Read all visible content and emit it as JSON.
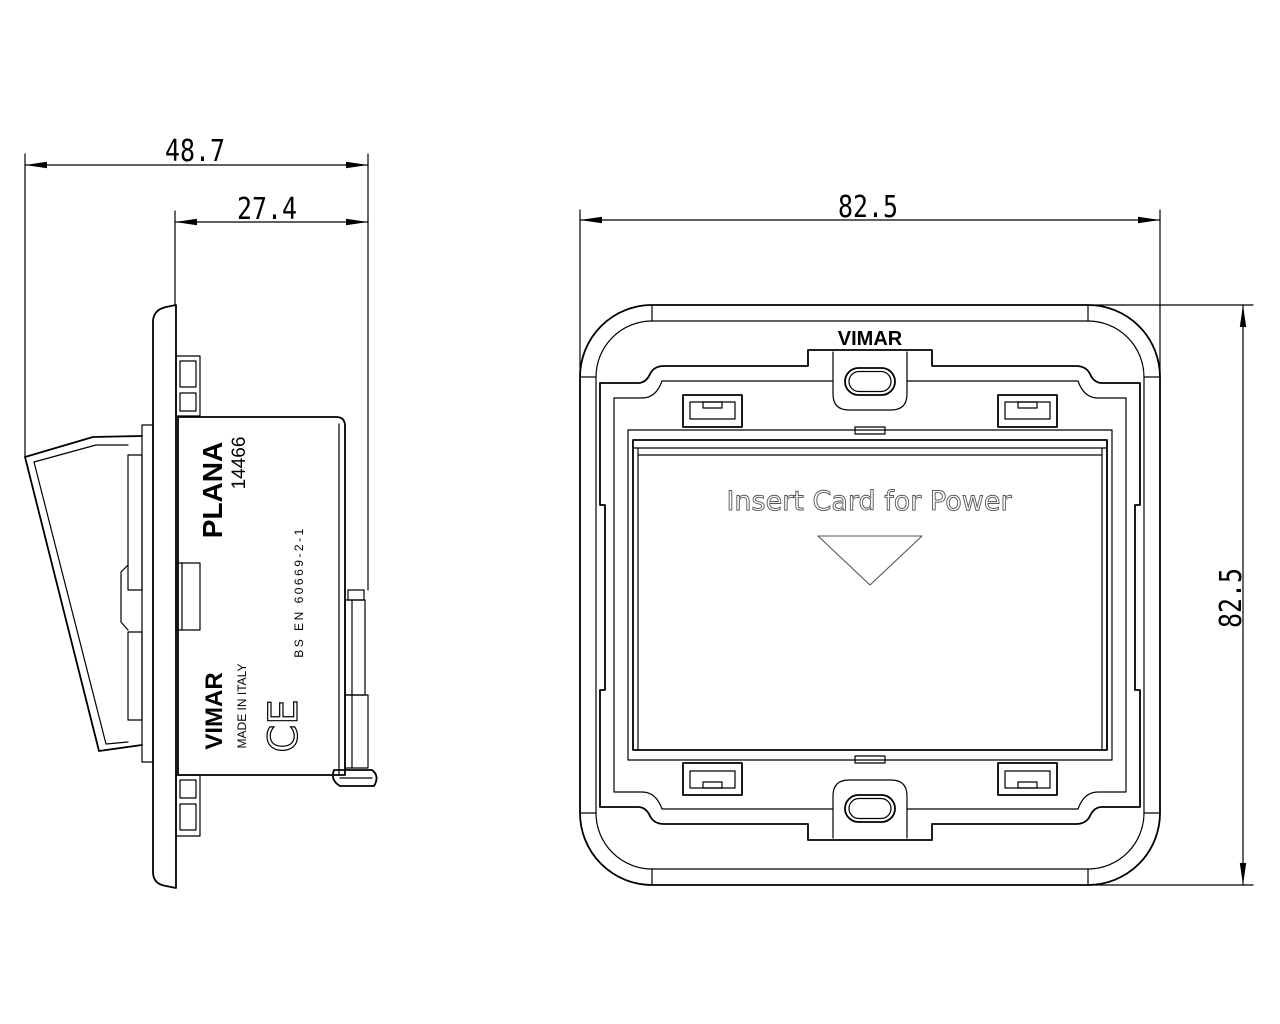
{
  "side_view": {
    "dimensions": {
      "overall_depth": "48.7",
      "body_depth": "27.4"
    },
    "body_markings": {
      "series": "PLANA",
      "article_code": "14466",
      "standard": "BS EN 60669-2-1",
      "brand": "VIMAR",
      "origin": "MADE IN ITALY",
      "conformity_mark": "CE"
    }
  },
  "front_view": {
    "dimensions": {
      "width": "82.5",
      "height": "82.5"
    },
    "brand": "VIMAR",
    "card_slot_label": "Insert Card for Power"
  },
  "colors": {
    "line": "#000000",
    "background": "#ffffff",
    "faint_line": "#555555"
  }
}
